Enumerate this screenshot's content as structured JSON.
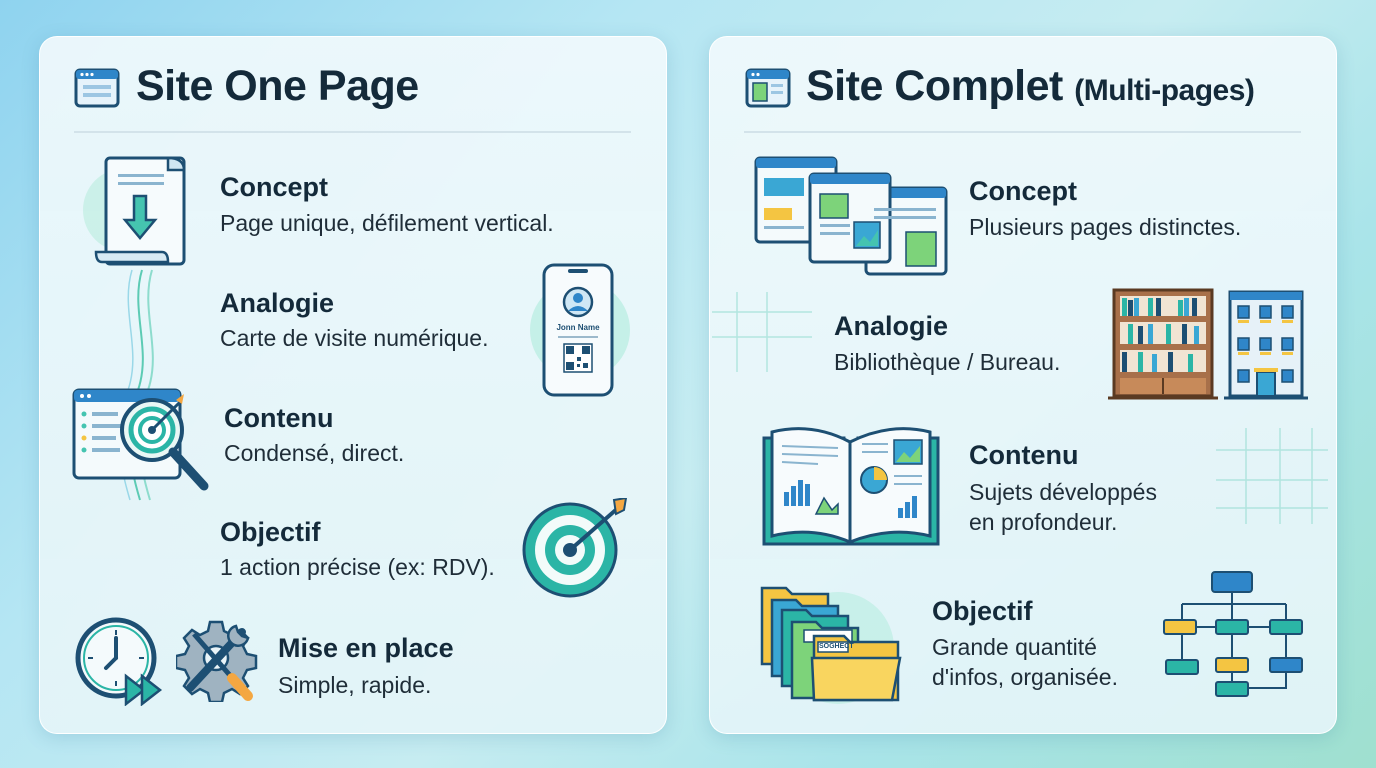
{
  "left": {
    "title": "Site One Page",
    "items": [
      {
        "heading": "Concept",
        "text": "Page unique, défilement vertical."
      },
      {
        "heading": "Analogie",
        "text": "Carte de visite numérique."
      },
      {
        "heading": "Contenu",
        "text": "Condensé, direct."
      },
      {
        "heading": "Objectif",
        "text": "1 action précise (ex: RDV)."
      },
      {
        "heading": "Mise en place",
        "text": "Simple, rapide."
      }
    ],
    "phone_name": "Jonn Name"
  },
  "right": {
    "title_main": "Site Complet",
    "title_sub": "(Multi-pages)",
    "items": [
      {
        "heading": "Concept",
        "text": "Plusieurs pages distinctes."
      },
      {
        "heading": "Analogie",
        "text": "Bibliothèque / Bureau."
      },
      {
        "heading": "Contenu",
        "text_line1": "Sujets développés",
        "text_line2": "en profondeur."
      },
      {
        "heading": "Objectif",
        "text_line1": "Grande quantité",
        "text_line2": "d'infos, organisée."
      }
    ],
    "folder_label": "SOGHECT"
  },
  "colors": {
    "teal": "#2bb5a6",
    "blue": "#2f86c9",
    "navy": "#1d4f73",
    "yellow": "#f4c542",
    "green": "#7dd37a",
    "brown": "#8b5a36"
  }
}
